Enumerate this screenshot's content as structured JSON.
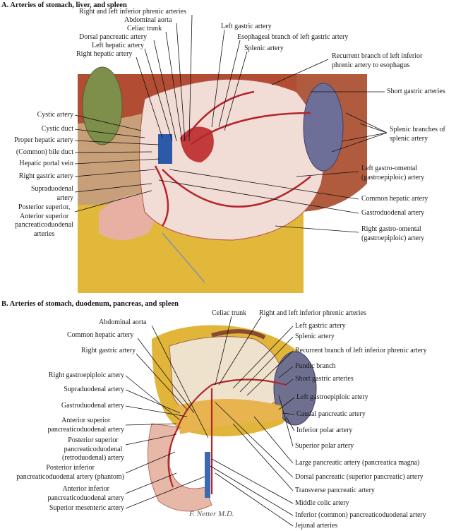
{
  "panel_a": {
    "title": "A. Arteries of stomach, liver, and spleen",
    "labels": {
      "phrenic": "Right and left inferior phrenic arteries",
      "aorta": "Abdominal aorta",
      "celiac": "Celiac trunk",
      "dorsal_pancreatic": "Dorsal pancreatic artery",
      "left_hepatic": "Left hepatic artery",
      "right_hepatic": "Right hepatic artery",
      "left_gastric": "Left gastric artery",
      "esophageal": "Esophageal branch of left gastric artery",
      "splenic": "Splenic artery",
      "recurrent_1": "Recurrent branch of left inferior",
      "recurrent_2": "phrenic artery to esophagus",
      "short_gastric": "Short gastric arteries",
      "splenic_branches_1": "Splenic branches of",
      "splenic_branches_2": "splenic artery",
      "left_go_1": "Left gastro-omental",
      "left_go_2": "(gastroepiploic) artery",
      "common_hepatic": "Common hepatic artery",
      "gastroduodenal": "Gastroduodenal artery",
      "right_go_1": "Right gastro-omental",
      "right_go_2": "(gastroepiploic) artery",
      "cystic_artery": "Cystic artery",
      "cystic_duct": "Cystic duct",
      "proper_hepatic": "Proper hepatic artery",
      "bile_duct": "(Common) bile duct",
      "portal_vein": "Hepatic portal vein",
      "right_gastric": "Right gastric artery",
      "supraduodenal_1": "Supraduodenal",
      "supraduodenal_2": "artery",
      "psa_1": "Posterior superior,",
      "psa_2": "Anterior superior",
      "psa_3": "pancreaticoduodenal",
      "psa_4": "arteries"
    }
  },
  "panel_b": {
    "title": "B. Arteries of stomach, duodenum, pancreas, and spleen",
    "labels": {
      "celiac": "Celiac trunk",
      "phrenic": "Right and left inferior phrenic arteries",
      "aorta": "Abdominal aorta",
      "common_hepatic": "Common hepatic artery",
      "right_gastric": "Right gastric artery",
      "left_gastric": "Left gastric artery",
      "splenic": "Splenic artery",
      "recurrent": "Recurrent branch of left inferior phrenic artery",
      "fundic": "Fundic branch",
      "short_gastric": "Short gastric arteries",
      "left_ge": "Left gastroepiploic artery",
      "caudal_pancreatic": "Caudal pancreatic artery",
      "inferior_polar": "Inferior polar artery",
      "superior_polar": "Superior polar artery",
      "large_pancreatic": "Large pancreatic artery (pancreatica magna)",
      "dorsal_pancreatic": "Dorsal pancreatic (superior pancreatic) artery",
      "transverse_pancreatic": "Transverse pancreatic artery",
      "middle_colic": "Middle colic artery",
      "inferior_pd": "Inferior (common) pancreaticoduodenal artery",
      "jejunal": "Jejunal arteries",
      "right_ge": "Right gastroepiploic artery",
      "supraduodenal": "Supraduodenal artery",
      "gastroduodenal": "Gastroduodenal artery",
      "asp_1": "Anterior superior",
      "asp_2": "pancreaticoduodenal artery",
      "psp_1": "Posterior superior",
      "psp_2": "pancreaticoduodenal",
      "psp_3": "(retroduodenal) artery",
      "pip_1": "Posterior inferior",
      "pip_2": "pancreaticoduodenal artery (phantom)",
      "aip_1": "Anterior inferior",
      "aip_2": "pancreaticoduodenal artery",
      "sma": "Superior mesenteric artery"
    },
    "signature": "F. Netter M.D."
  }
}
